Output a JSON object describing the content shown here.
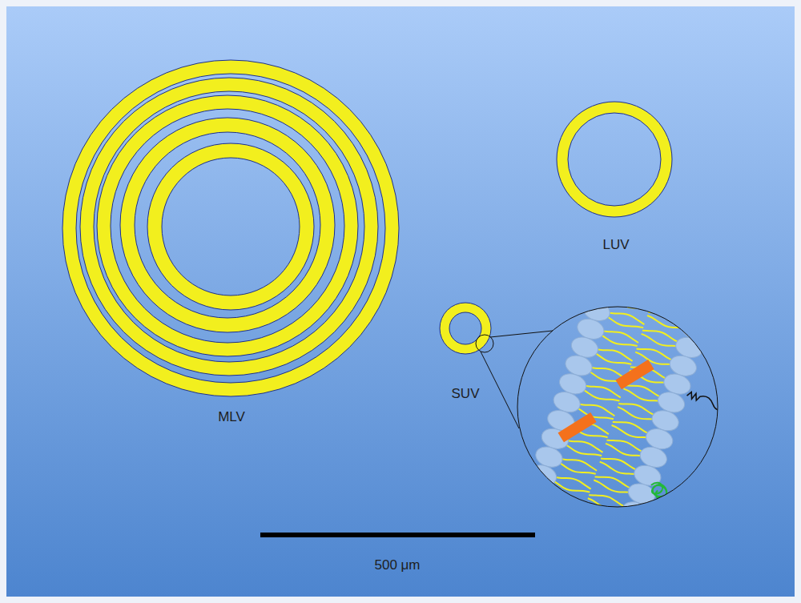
{
  "diagram": {
    "labels": [
      "MLV",
      "LUV",
      "SUV",
      "500 μm"
    ]
  }
}
